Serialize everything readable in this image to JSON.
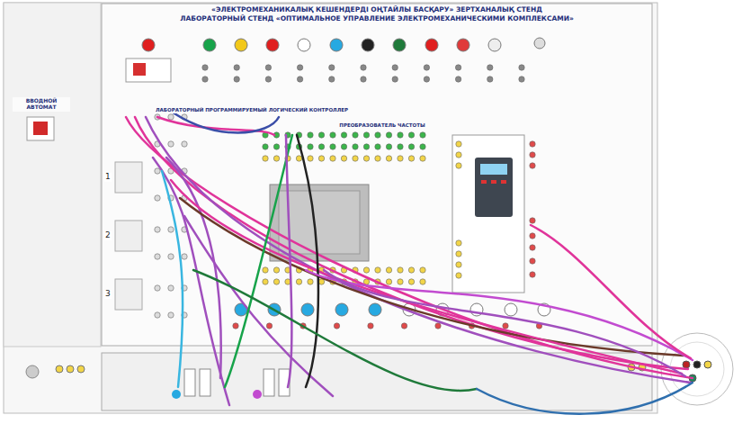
{
  "diagram": {
    "title": "«ЭЛЕКТРОМЕХАНИКАЛЫҚ КЕШЕНДЕРДІ ОҢТАЙЛЫ БАСҚАРУ» ЗЕРТХАНАЛЫҚ СТЕНД",
    "nodes": [
      {
        "text": [
          "ЛАБОРАТОРНЫЙ СТЕНД «ОПТИМАЛЬНОЕ УПРАВЛЕНИЕ ЭЛЕКТРОМЕХАНИЧЕСКИМИ КОМПЛЕКСАМИ»"
        ]
      },
      {
        "text": [
          "ЛАБОРАТОРНЫЙ ПРОГРАММИРУЕМЫЙ ЛОГИЧЕСКИЙ КОНТРОЛЛЕР"
        ],
        "in": 0
      },
      {
        "text": [
          "ПРЕОБРАЗОВАТЕЛЬ ЧАСТОТЫ"
        ],
        "in": 0
      },
      {
        "text": [
          "ВВОДНОЙ АВТОМАТ"
        ]
      }
    ],
    "labels": [
      "1",
      "2",
      "3"
    ]
  }
}
